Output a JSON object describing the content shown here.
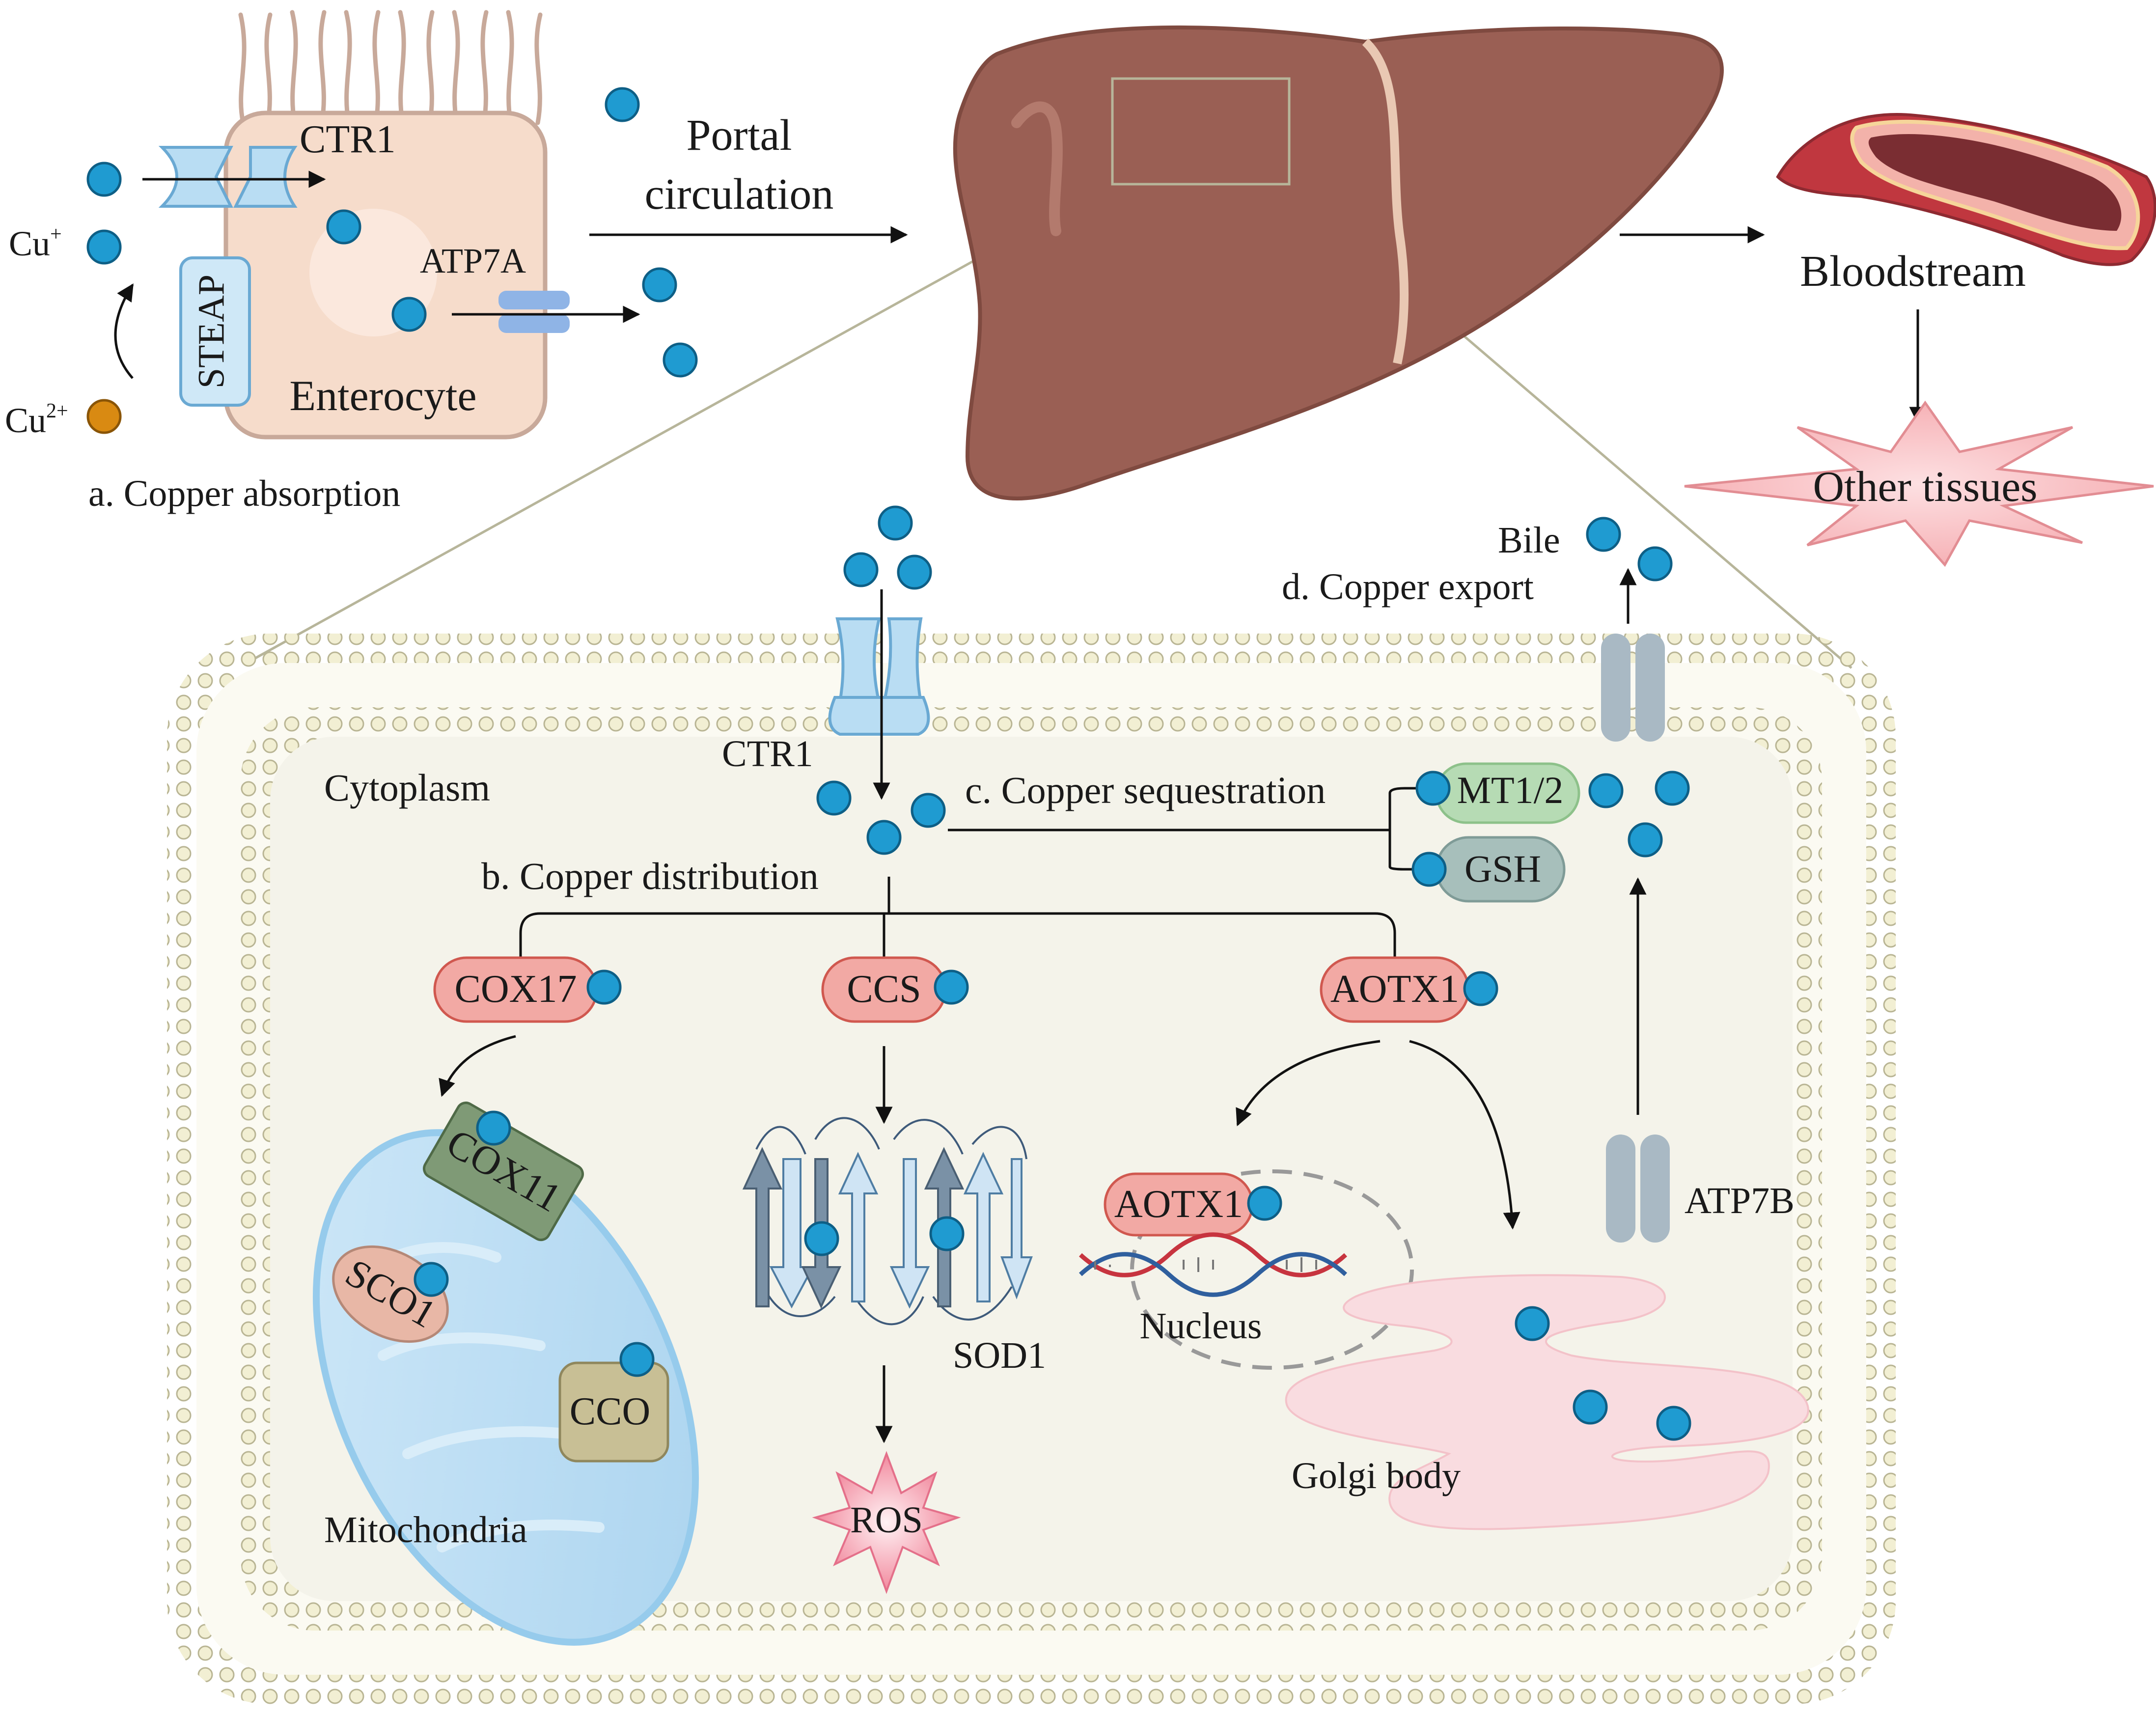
{
  "colors": {
    "copper_ion": "#1f9bd1",
    "cu2_ion": "#d98a12",
    "enterocyte": "#f6dccb",
    "liver": "#9a5f54",
    "cytoplasm": "#f4f3ea",
    "membrane_head": "#f2efd3",
    "protein_pink": "#f2a9a4",
    "mitochondria": "#bfe0f5",
    "golgi": "#f9dce0",
    "transporter_gray": "#a9b9c4"
  },
  "absorption": {
    "ctr1": "CTR1",
    "atp7a": "ATP7A",
    "steap": "STEAP",
    "enterocyte": "Enterocyte",
    "cu_plus": "Cu",
    "cu_plus_charge": "+",
    "cu_2plus": "Cu",
    "cu_2plus_charge": "2+",
    "caption": "a. Copper absorption"
  },
  "circulation": {
    "portal_line1": "Portal",
    "portal_line2": "circulation",
    "bloodstream": "Bloodstream",
    "other_tissues": "Other tissues"
  },
  "cell": {
    "cytoplasm": "Cytoplasm",
    "ctr1": "CTR1",
    "distribution": "b. Copper distribution",
    "sequestration": "c. Copper sequestration",
    "export": "d. Copper export",
    "bile": "Bile",
    "mt": "MT1/2",
    "gsh": "GSH",
    "cox17": "COX17",
    "ccs": "CCS",
    "aotx1": "AOTX1",
    "cox11": "COX11",
    "sco1": "SCO1",
    "cco": "CCO",
    "mitochondria": "Mitochondria",
    "sod1": "SOD1",
    "ros": "ROS",
    "nucleus_aotx1": "AOTX1",
    "nucleus": "Nucleus",
    "atp7b": "ATP7B",
    "golgi": "Golgi body"
  }
}
